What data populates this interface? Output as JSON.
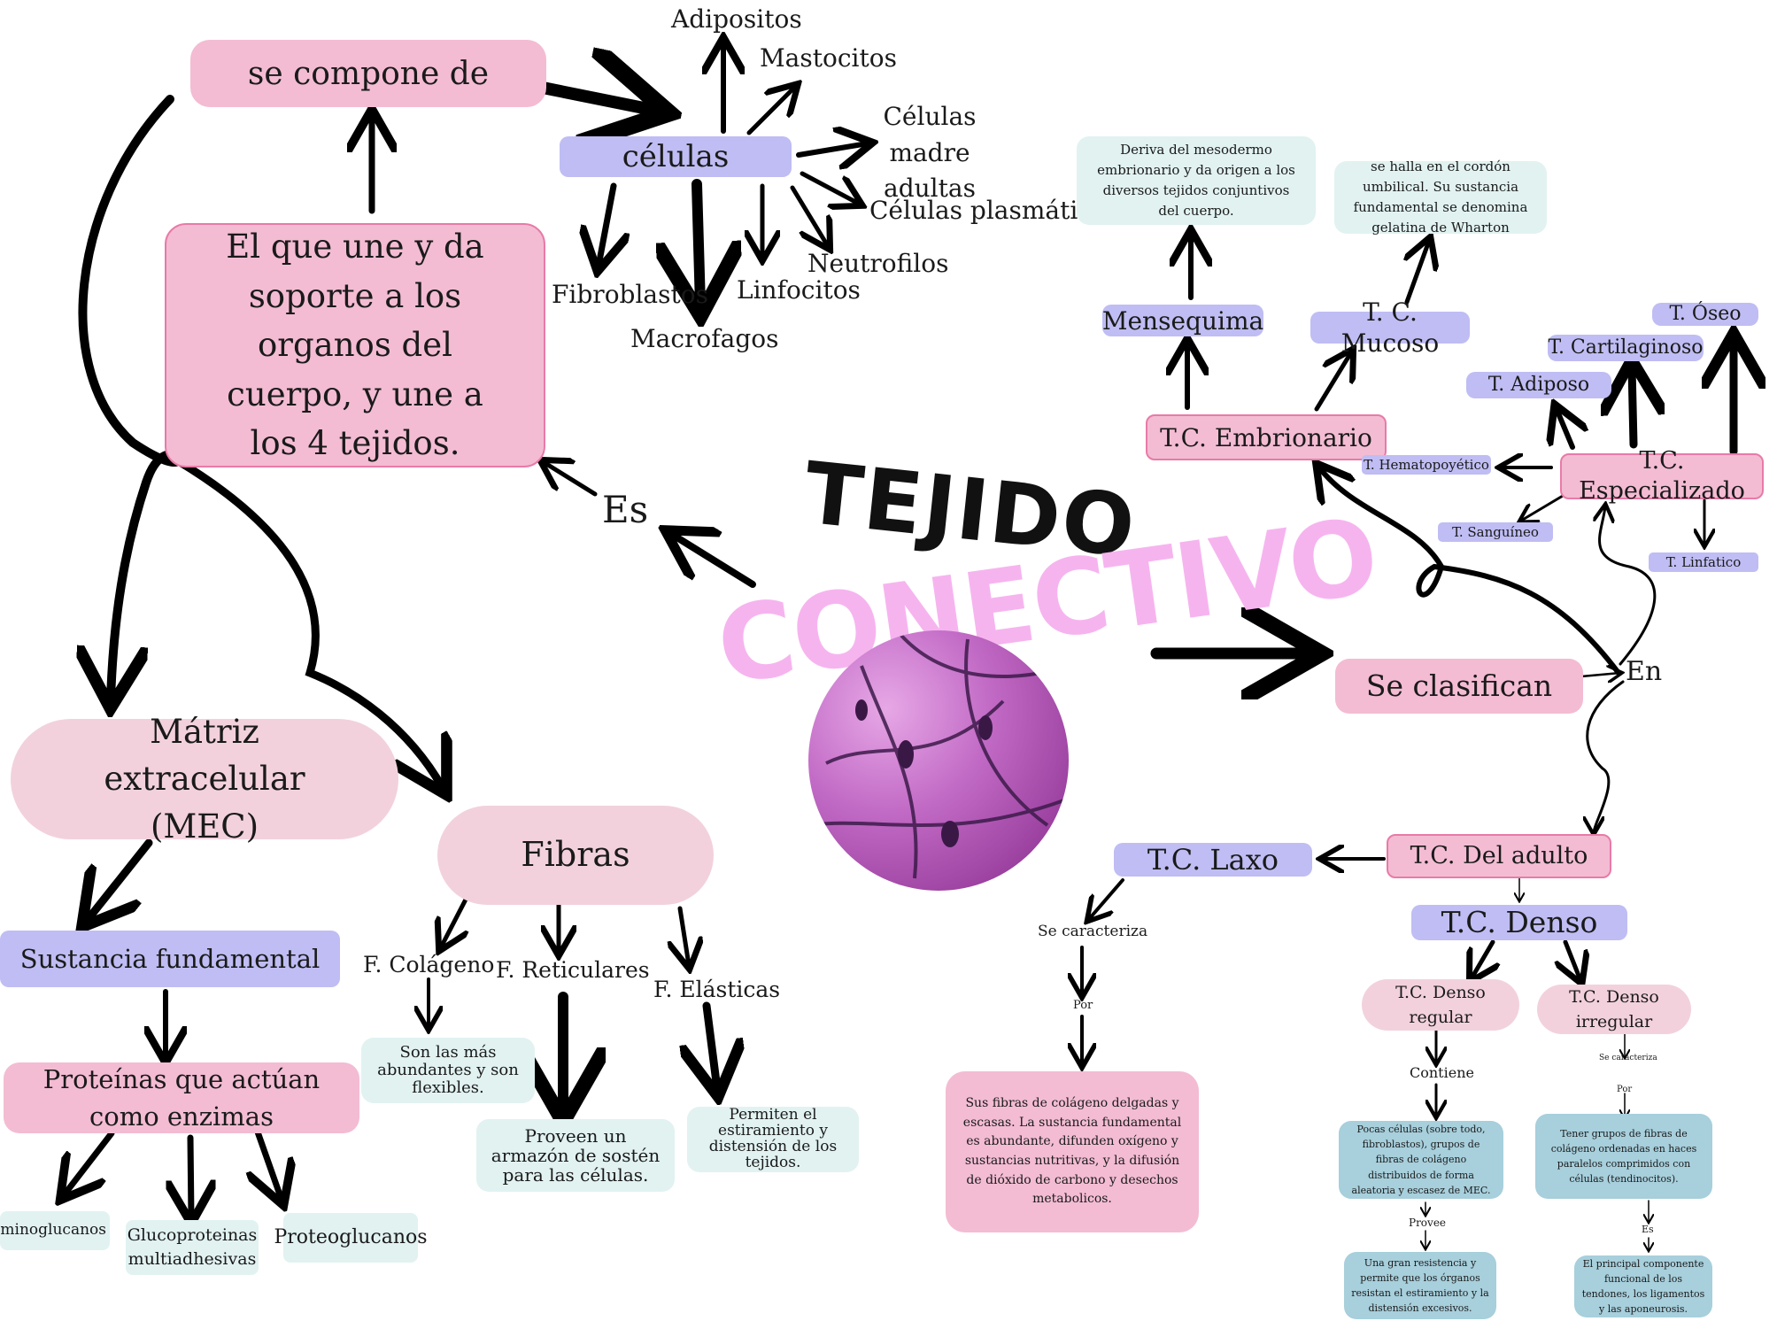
{
  "title": {
    "line1": "TEJIDO",
    "line2": "CONECTIVO"
  },
  "left": {
    "se_compone_de": "se compone de",
    "definicion": "El que une y da soporte a los organos del cuerpo, y une a los 4 tejidos.",
    "es": "Es",
    "celulas": "células",
    "cell_types": {
      "adipositos": "Adipositos",
      "mastocitos": "Mastocitos",
      "madre": "Células madre adultas",
      "plasmaticas": "Células plasmáticas",
      "neutrofilos": "Neutrofilos",
      "linfocitos": "Linfocitos",
      "macrofagos": "Macrofagos",
      "fibroblastos": "Fibroblastos"
    },
    "mec": "Mátriz extracelular (MEC)",
    "fibras": "Fibras",
    "sustancia": "Sustancia fundamental",
    "proteinas": "Proteínas que actúan como enzimas",
    "glucosaminoglucanos": "Glucosaminoglucanos",
    "glucoproteinas": "Glucoproteinas multiadhesivas",
    "proteoglucanos": "Proteoglucanos",
    "f_colageno": "F. Colágeno",
    "f_reticulares": "F. Reticulares",
    "f_elasticas": "F. Elásticas",
    "colageno_desc": "Son las más abundantes y son flexibles.",
    "reticulares_desc": "Proveen un armazón de sostén para las células.",
    "elasticas_desc": "Permiten el estiramiento y distensión de los tejidos."
  },
  "right": {
    "se_clasifican": "Se clasifican",
    "en": "En",
    "embrionario": "T.C. Embrionario",
    "mensequima": "Mensequima",
    "mucoso": "T. C. Mucoso",
    "mensequima_desc": "Deriva del mesodermo embrionario y da origen a los diversos tejidos conjuntivos del cuerpo.",
    "mucoso_desc": "se halla en el cordón umbilical. Su sustancia fundamental se denomina gelatina de Wharton",
    "especializado": "T.C. Especializado",
    "oseo": "T. Óseo",
    "cartilaginoso": "T. Cartilaginoso",
    "adiposo": "T. Adiposo",
    "hematopoyetico": "T. Hematopoyético",
    "sanguineo": "T. Sanguíneo",
    "linfatico": "T. Linfatico",
    "adulto": "T.C. Del adulto",
    "laxo": "T.C. Laxo",
    "laxo_se_caracteriza": "Se caracteriza",
    "laxo_por": "Por",
    "laxo_desc": "Sus fibras de colágeno delgadas y escasas. La sustancia fundamental es abundante, difunden oxígeno y sustancias nutritivas, y la difusión de dióxido de carbono y desechos metabolicos.",
    "denso": "T.C. Denso",
    "denso_regular": "T.C. Denso regular",
    "denso_irregular": "T.C. Denso irregular",
    "contiene": "Contiene",
    "regular_desc": "Pocas células (sobre todo, fibroblastos), grupos de fibras de colágeno distribuidos de forma aleatoria y escasez de MEC.",
    "provee": "Provee",
    "regular_provee_desc": "Una gran resistencia y permite que los órganos resistan el estiramiento y la distensión excesivos.",
    "irr_se_caracteriza": "Se caracteriza",
    "irr_por": "Por",
    "irregular_desc": "Tener grupos de fibras de colágeno ordenadas en haces paralelos comprimidos con células (tendinocitos).",
    "irr_es": "Es",
    "irregular_es_desc": "El principal componente funcional de los tendones, los ligamentos y las aponeurosis."
  }
}
